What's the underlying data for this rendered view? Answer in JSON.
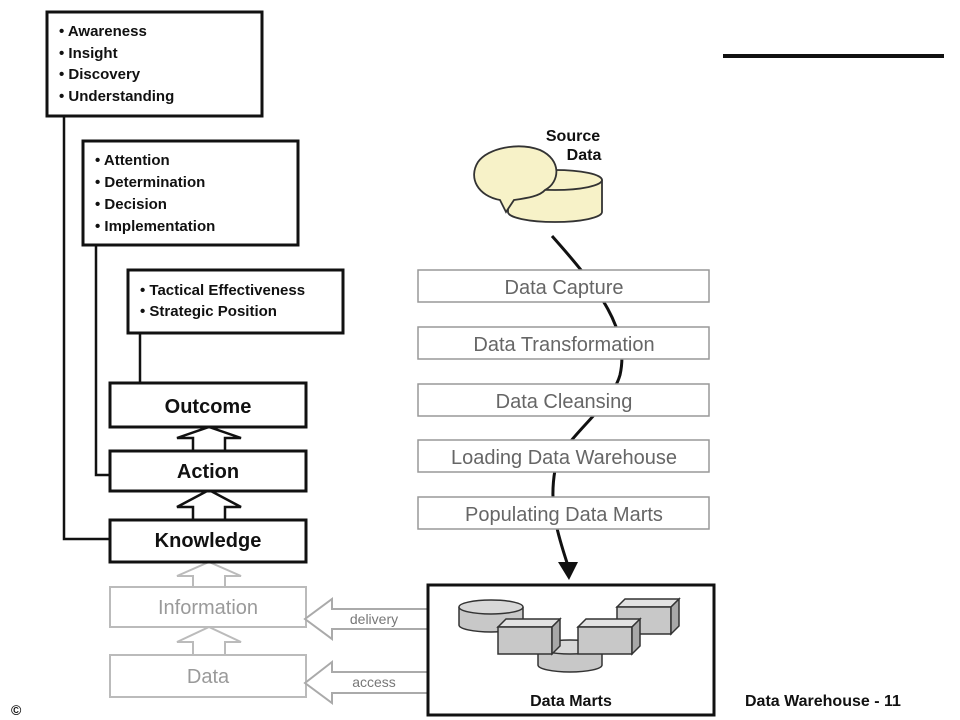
{
  "boxes": {
    "understanding": [
      "• Awareness",
      "• Insight",
      "• Discovery",
      "• Understanding"
    ],
    "implementation": [
      "• Attention",
      "• Determination",
      "• Decision",
      "• Implementation"
    ],
    "strategy": [
      "• Tactical Effectiveness",
      "• Strategic Position"
    ]
  },
  "pyramid": {
    "outcome": "Outcome",
    "action": "Action",
    "knowledge": "Knowledge",
    "information": "Information",
    "data": "Data"
  },
  "arrows": {
    "delivery": "delivery",
    "access": "access"
  },
  "source": {
    "line1": "Source",
    "line2": "Data"
  },
  "pipeline": [
    "Data Capture",
    "Data Transformation",
    "Data Cleansing",
    "Loading Data Warehouse",
    "Populating Data Marts"
  ],
  "marts_label": "Data Marts",
  "footer": {
    "slide_label": "Data Warehouse - 11",
    "copyright": "©"
  },
  "colors": {
    "dark": "#111111",
    "gray_text": "#9a9a9a",
    "step_text": "#666666",
    "cylinder_fill": "#c8c8c8",
    "source_fill": "#f7f2c8"
  }
}
